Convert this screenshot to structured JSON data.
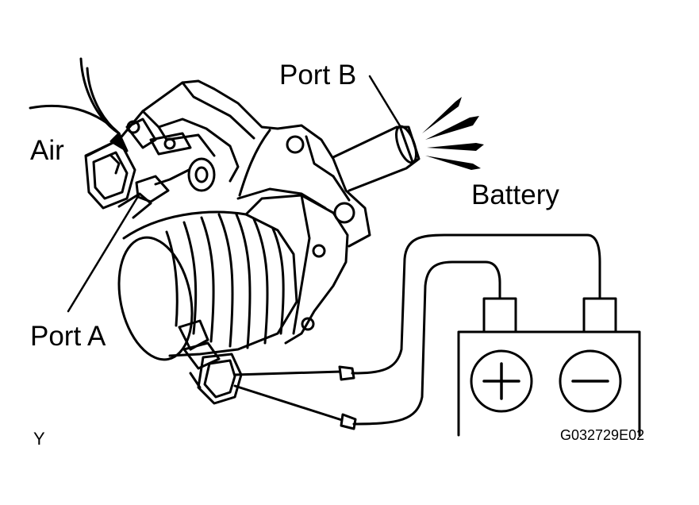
{
  "labels": {
    "port_b": "Port B",
    "air": "Air",
    "battery": "Battery",
    "port_a": "Port A",
    "corner": "Y",
    "figure_code": "G032729E02"
  },
  "battery": {
    "positive_symbol": "+",
    "negative_symbol": "−"
  },
  "colors": {
    "line": "#000000",
    "background": "#ffffff"
  }
}
